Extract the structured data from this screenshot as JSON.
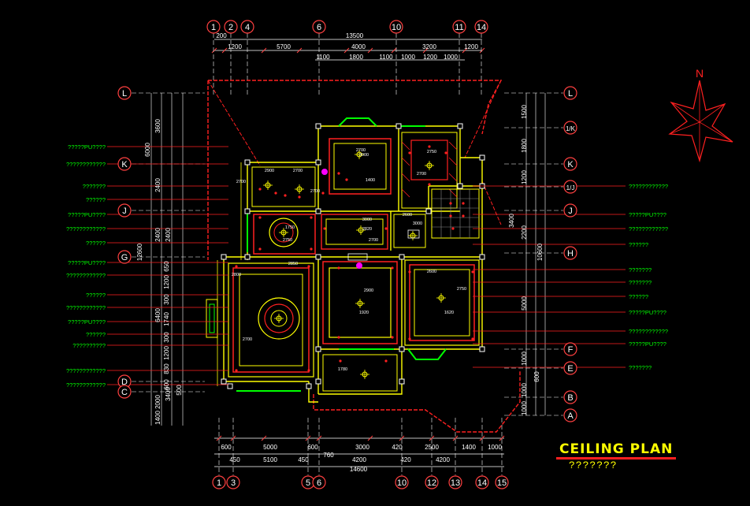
{
  "title": "CEILING PLAN",
  "subtitle": "???????",
  "north_label": "N",
  "colors": {
    "wall": "#ffff00",
    "outline": "#ff2020",
    "dim": "#ffffff",
    "grid": "#ff4040",
    "label": "#00ff00",
    "accent": "#ff00ff",
    "background": "#000000"
  },
  "grid_top": [
    "1",
    "2",
    "4",
    "6",
    "10",
    "11",
    "14"
  ],
  "grid_bottom": [
    "1",
    "3",
    "5",
    "6",
    "10",
    "12",
    "13",
    "14",
    "15"
  ],
  "grid_rows": [
    "L",
    "1/K",
    "K",
    "1/J",
    "J",
    "H",
    "G",
    "F",
    "E",
    "D",
    "C",
    "B",
    "A"
  ],
  "dims_top": [
    "200",
    "1200",
    "5700",
    "4000",
    "3200",
    "1200",
    "13500",
    "1100",
    "1800",
    "1100",
    "1000",
    "1200",
    "1000"
  ],
  "dims_bottom": [
    "600",
    "5000",
    "600",
    "3000",
    "420",
    "2500",
    "1400",
    "1000",
    "450",
    "5100",
    "450",
    "760",
    "4200",
    "420",
    "4200",
    "14600"
  ],
  "dims_left": [
    "3600",
    "6000",
    "2400",
    "2400",
    "2400",
    "12600",
    "650",
    "1200",
    "300",
    "1740",
    "300",
    "6400",
    "1200",
    "830",
    "600",
    "2000",
    "1400",
    "3400",
    "500"
  ],
  "dims_right": [
    "1500",
    "1800",
    "1200",
    "3400",
    "2200",
    "5000",
    "10600",
    "1000",
    "600",
    "1000",
    "1000"
  ],
  "labels_left": [
    "?????PU????",
    "????????????",
    "???????",
    "??????",
    "?????PU????",
    "????????????",
    "??????",
    "?????PU????",
    "????????????",
    "??????",
    "????????????",
    "?????PU????",
    "??????",
    "??????????",
    "????????????",
    "????????????"
  ],
  "labels_right": [
    "????????????",
    "?????PU????",
    "????????????",
    "??????",
    "???????",
    "???????",
    "??????",
    "?????PU????",
    "????????????",
    "?????PU????",
    "???????"
  ],
  "room_values": [
    "2700",
    "3000",
    "1400",
    "2750",
    "2700",
    "1750",
    "2750",
    "3000",
    "2820",
    "2700",
    "2600",
    "3000",
    "2700",
    "2900",
    "2700",
    "2700",
    "2850",
    "2800",
    "2700",
    "2900",
    "1920",
    "2600",
    "2750",
    "1620",
    "1780"
  ]
}
